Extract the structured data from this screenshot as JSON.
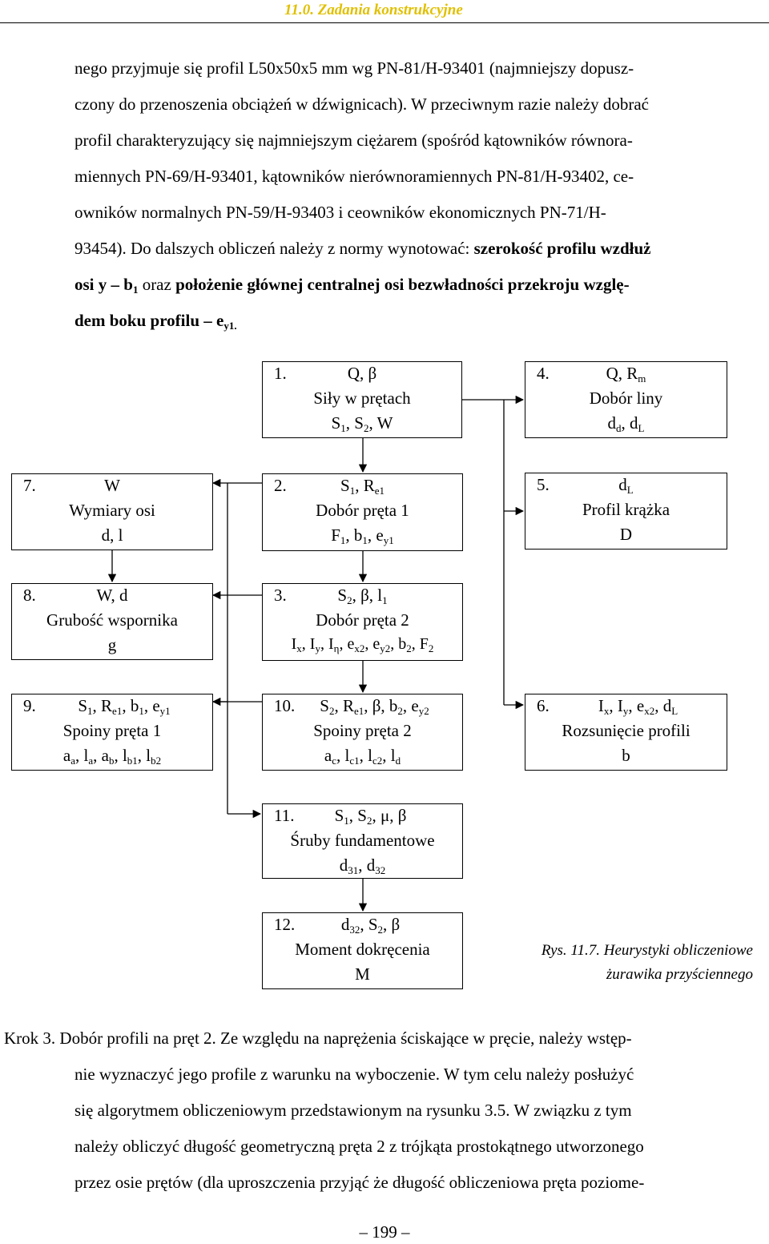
{
  "header": {
    "title": "11.0. Zadania konstrukcyjne"
  },
  "paragraph_top": {
    "line1": "nego przyjmuje się profil L50x50x5 mm wg PN-81/H-93401 (najmniejszy dopusz-",
    "line2": "czony do przenoszenia obciążeń w dźwignicach). W przeciwnym razie należy dobrać",
    "line3": "profil charakteryzujący się najmniejszym ciężarem (spośród kątowników równora-",
    "line4": "miennych PN-69/H-93401, kątowników nierównoramiennych PN-81/H-93402, ce-",
    "line5": "owników normalnych PN-59/H-93403 i ceowników ekonomicznych PN-71/H-",
    "line6_a": "93454). Do dalszych obliczeń należy z normy wynotować: ",
    "line6_b": "szerokość profilu wzdłuż",
    "line7_a": "osi y – b",
    "line7_sub": "1",
    "line7_b": " oraz ",
    "line7_c": "położenie głównej centralnej osi bezwładności przekroju wzglę-",
    "line8_a": "dem boku profilu – e",
    "line8_sub": "y1."
  },
  "diagram": {
    "b1": {
      "num": "1.",
      "l1": "Q, β",
      "l2": "Siły w prętach",
      "l3a": "S",
      "l3s1": "1",
      "l3b": ", S",
      "l3s2": "2",
      "l3c": ", W"
    },
    "b4": {
      "num": "4.",
      "l1a": "Q, R",
      "l1s": "m",
      "l2": "Dobór liny",
      "l3a": "d",
      "l3s1": "d",
      "l3b": ", d",
      "l3s2": "L"
    },
    "b7": {
      "num": "7.",
      "l1": "W",
      "l2": "Wymiary osi",
      "l3": "d, l"
    },
    "b2": {
      "num": "2.",
      "l1a": "S",
      "l1s1": "1",
      "l1b": ", R",
      "l1s2": "e1",
      "l2": "Dobór pręta 1",
      "l3a": "F",
      "l3s1": "1",
      "l3b": ", b",
      "l3s2": "1",
      "l3c": ", e",
      "l3s3": "y1"
    },
    "b5": {
      "num": "5.",
      "l1a": "d",
      "l1s": "L",
      "l2": "Profil krążka",
      "l3": "D"
    },
    "b8": {
      "num": "8.",
      "l1": "W, d",
      "l2": "Grubość wspornika",
      "l3": "g"
    },
    "b3": {
      "num": "3.",
      "l1a": "S",
      "l1s1": "2",
      "l1b": ", β, l",
      "l1s2": "1",
      "l2": "Dobór pręta 2",
      "l3a": "I",
      "l3s1": "x",
      "l3b": ", I",
      "l3s2": "y",
      "l3c": ", I",
      "l3s3": "η",
      "l3d": ", e",
      "l3s4": "x2",
      "l3e": ", e",
      "l3s5": "y2",
      "l3f": ", b",
      "l3s6": "2",
      "l3g": ", F",
      "l3s7": "2"
    },
    "b9": {
      "num": "9.",
      "l1a": "S",
      "l1s1": "1",
      "l1b": ", R",
      "l1s2": "e1",
      "l1c": ", b",
      "l1s3": "1",
      "l1d": ", e",
      "l1s4": "y1",
      "l2": "Spoiny pręta 1",
      "l3a": "a",
      "l3s1": "a",
      "l3b": ", l",
      "l3s2": "a",
      "l3c": ", a",
      "l3s3": "b",
      "l3d": ", l",
      "l3s4": "b1",
      "l3e": ", l",
      "l3s5": "b2"
    },
    "b10": {
      "num": "10.",
      "l1a": "S",
      "l1s1": "2",
      "l1b": ", R",
      "l1s2": "e1",
      "l1c": ", β, b",
      "l1s3": "2",
      "l1d": ", e",
      "l1s4": "y2",
      "l2": "Spoiny pręta 2",
      "l3a": "a",
      "l3s1": "c",
      "l3b": ", l",
      "l3s2": "c1",
      "l3c": ", l",
      "l3s3": "c2",
      "l3d": ", l",
      "l3s4": "d"
    },
    "b6": {
      "num": "6.",
      "l1a": "I",
      "l1s1": "x",
      "l1b": ", I",
      "l1s2": "y",
      "l1c": ", e",
      "l1s3": "x2",
      "l1d": ", d",
      "l1s4": "L",
      "l2": "Rozsunięcie profili",
      "l3": "b"
    },
    "b11": {
      "num": "11.",
      "l1a": "S",
      "l1s1": "1",
      "l1b": ", S",
      "l1s2": "2",
      "l1c": ", μ, β",
      "l2": "Śruby fundamentowe",
      "l3a": "d",
      "l3s1": "31",
      "l3b": ", d",
      "l3s2": "32"
    },
    "b12": {
      "num": "12.",
      "l1a": "d",
      "l1s1": "32",
      "l1b": ", S",
      "l1s2": "2",
      "l1c": ", β",
      "l2": "Moment dokręcenia",
      "l3": "M"
    }
  },
  "caption": {
    "line1": "Rys.  11.7.  Heurystyki  obliczeniowe",
    "line2": "żurawika przyściennego"
  },
  "paragraph_bottom": {
    "line1": "Krok 3. Dobór profili na pręt 2. Ze względu na naprężenia ściskające w pręcie, należy wstęp-",
    "line2": "nie wyznaczyć jego profile z warunku na wyboczenie. W tym celu należy posłużyć",
    "line3": "się algorytmem obliczeniowym przedstawionym na rysunku 3.5. W związku z tym",
    "line4": "należy obliczyć długość geometryczną pręta 2 z trójkąta prostokątnego utworzonego",
    "line5": "przez osie prętów (dla uproszczenia przyjąć że długość obliczeniowa pręta poziome-"
  },
  "footer": {
    "page_number": "– 199 –"
  }
}
